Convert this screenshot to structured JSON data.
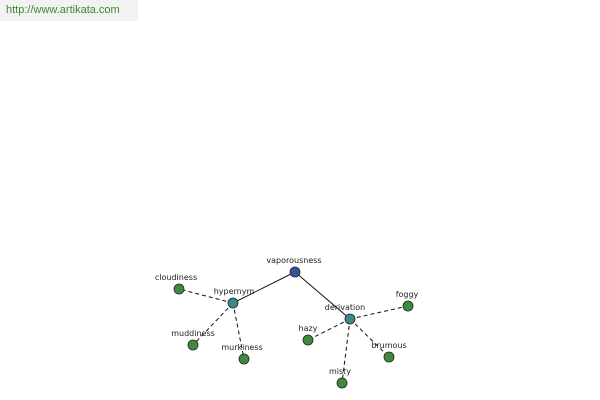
{
  "url": "http://www.artikata.com",
  "colors": {
    "root": "#3a4fa0",
    "relation": "#3a8a8a",
    "leaf": "#3f8a3f"
  },
  "graph": {
    "nodes": [
      {
        "id": "vaporousness",
        "label": "vaporousness",
        "kind": "root"
      },
      {
        "id": "hypernym",
        "label": "hypernym",
        "kind": "relation"
      },
      {
        "id": "derivation",
        "label": "derivation",
        "kind": "relation"
      },
      {
        "id": "cloudiness",
        "label": "cloudiness",
        "kind": "leaf"
      },
      {
        "id": "muddiness",
        "label": "muddiness",
        "kind": "leaf"
      },
      {
        "id": "murkiness",
        "label": "murkiness",
        "kind": "leaf"
      },
      {
        "id": "foggy",
        "label": "foggy",
        "kind": "leaf"
      },
      {
        "id": "hazy",
        "label": "hazy",
        "kind": "leaf"
      },
      {
        "id": "brumous",
        "label": "brumous",
        "kind": "leaf"
      },
      {
        "id": "misty",
        "label": "misty",
        "kind": "leaf"
      }
    ],
    "edges": [
      {
        "from": "vaporousness",
        "to": "hypernym",
        "style": "solid"
      },
      {
        "from": "vaporousness",
        "to": "derivation",
        "style": "solid"
      },
      {
        "from": "hypernym",
        "to": "cloudiness",
        "style": "dashed"
      },
      {
        "from": "hypernym",
        "to": "muddiness",
        "style": "dashed"
      },
      {
        "from": "hypernym",
        "to": "murkiness",
        "style": "dashed"
      },
      {
        "from": "derivation",
        "to": "foggy",
        "style": "dashed"
      },
      {
        "from": "derivation",
        "to": "hazy",
        "style": "dashed"
      },
      {
        "from": "derivation",
        "to": "brumous",
        "style": "dashed"
      },
      {
        "from": "derivation",
        "to": "misty",
        "style": "dashed"
      }
    ]
  }
}
